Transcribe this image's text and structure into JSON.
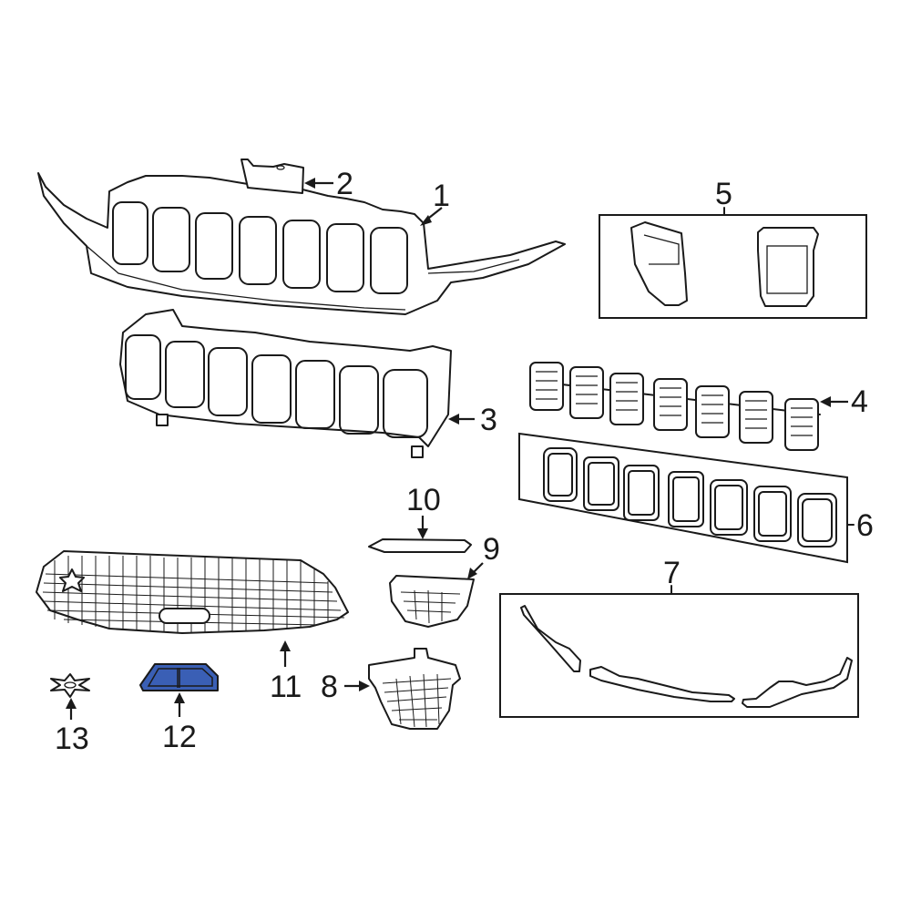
{
  "diagram": {
    "type": "exploded-parts-diagram",
    "subject": "front grille assembly",
    "highlight_color": "#3a5fb5",
    "line_color": "#1a1a1a",
    "background": "#ffffff",
    "parts": [
      {
        "id": "1",
        "label": "1",
        "description": "grille mounting reinforcement / bracket"
      },
      {
        "id": "2",
        "label": "2",
        "description": "small bracket"
      },
      {
        "id": "3",
        "label": "3",
        "description": "grille frame"
      },
      {
        "id": "4",
        "label": "4",
        "description": "grille inserts (7 mesh)"
      },
      {
        "id": "5",
        "label": "5",
        "description": "corner trim pair (boxed)"
      },
      {
        "id": "6",
        "label": "6",
        "description": "grille surround rings (7, boxed)"
      },
      {
        "id": "7",
        "label": "7",
        "description": "trim molding strips (boxed)"
      },
      {
        "id": "8",
        "label": "8",
        "description": "side mesh insert"
      },
      {
        "id": "9",
        "label": "9",
        "description": "small mesh insert"
      },
      {
        "id": "10",
        "label": "10",
        "description": "trim strip"
      },
      {
        "id": "11",
        "label": "11",
        "description": "lower grille mesh"
      },
      {
        "id": "12",
        "label": "12",
        "description": "highlighted emblem / cover",
        "highlighted": true
      },
      {
        "id": "13",
        "label": "13",
        "description": "star clip / emblem"
      }
    ]
  }
}
